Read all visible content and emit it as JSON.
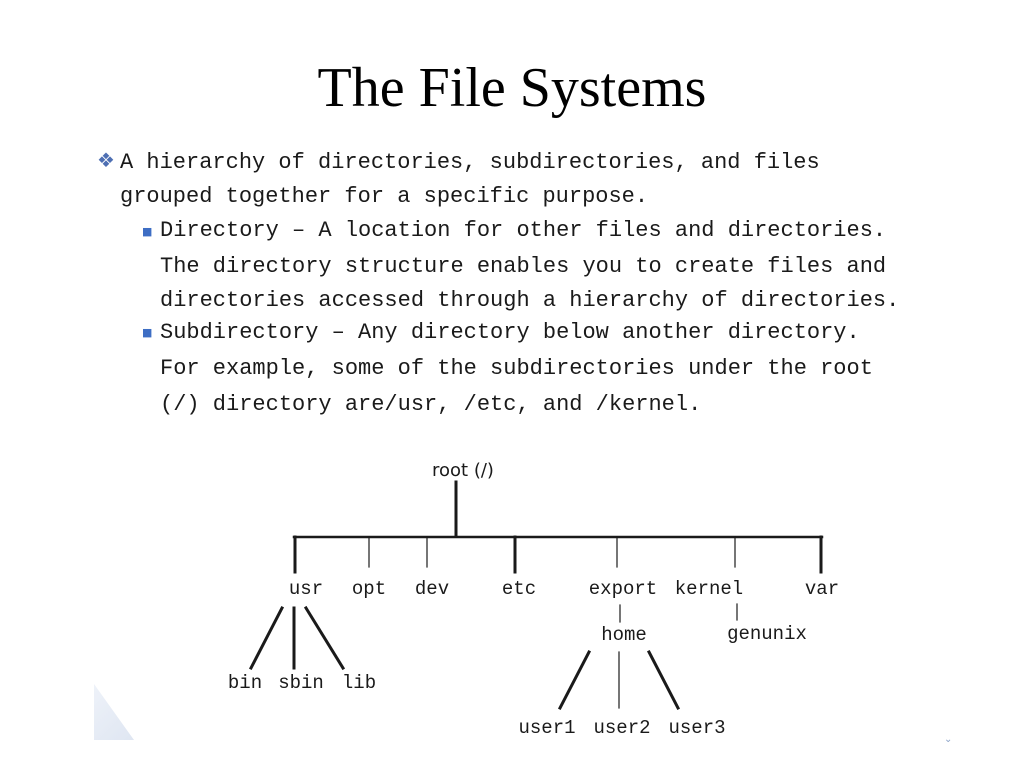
{
  "slide": {
    "title": "The File Systems",
    "bullet_icon": "diamond-cluster-icon",
    "sub_bullet_icon": "square-bullet-icon",
    "accent_color": "#4e6fb3",
    "main_point_line1": "A hierarchy of directories, subdirectories, and files",
    "main_point_line2": "grouped together for a specific purpose.",
    "sub_points": [
      {
        "line1": "Directory – A location for other files and directories.",
        "line2": "The directory structure enables you to create files and",
        "line3": "directories accessed through a hierarchy of directories."
      },
      {
        "line1": "Subdirectory – Any directory below another directory.",
        "line2": "For example, some of the subdirectories under the root",
        "line3": "(/) directory are/usr, /etc, and /kernel."
      }
    ]
  },
  "tree": {
    "root": "root (/)",
    "level1": [
      "usr",
      "opt",
      "dev",
      "etc",
      "export",
      "kernel",
      "var"
    ],
    "usr_children": [
      "bin",
      "sbin",
      "lib"
    ],
    "export_child": "home",
    "home_children": [
      "user1",
      "user2",
      "user3"
    ],
    "kernel_child": "genunix"
  }
}
